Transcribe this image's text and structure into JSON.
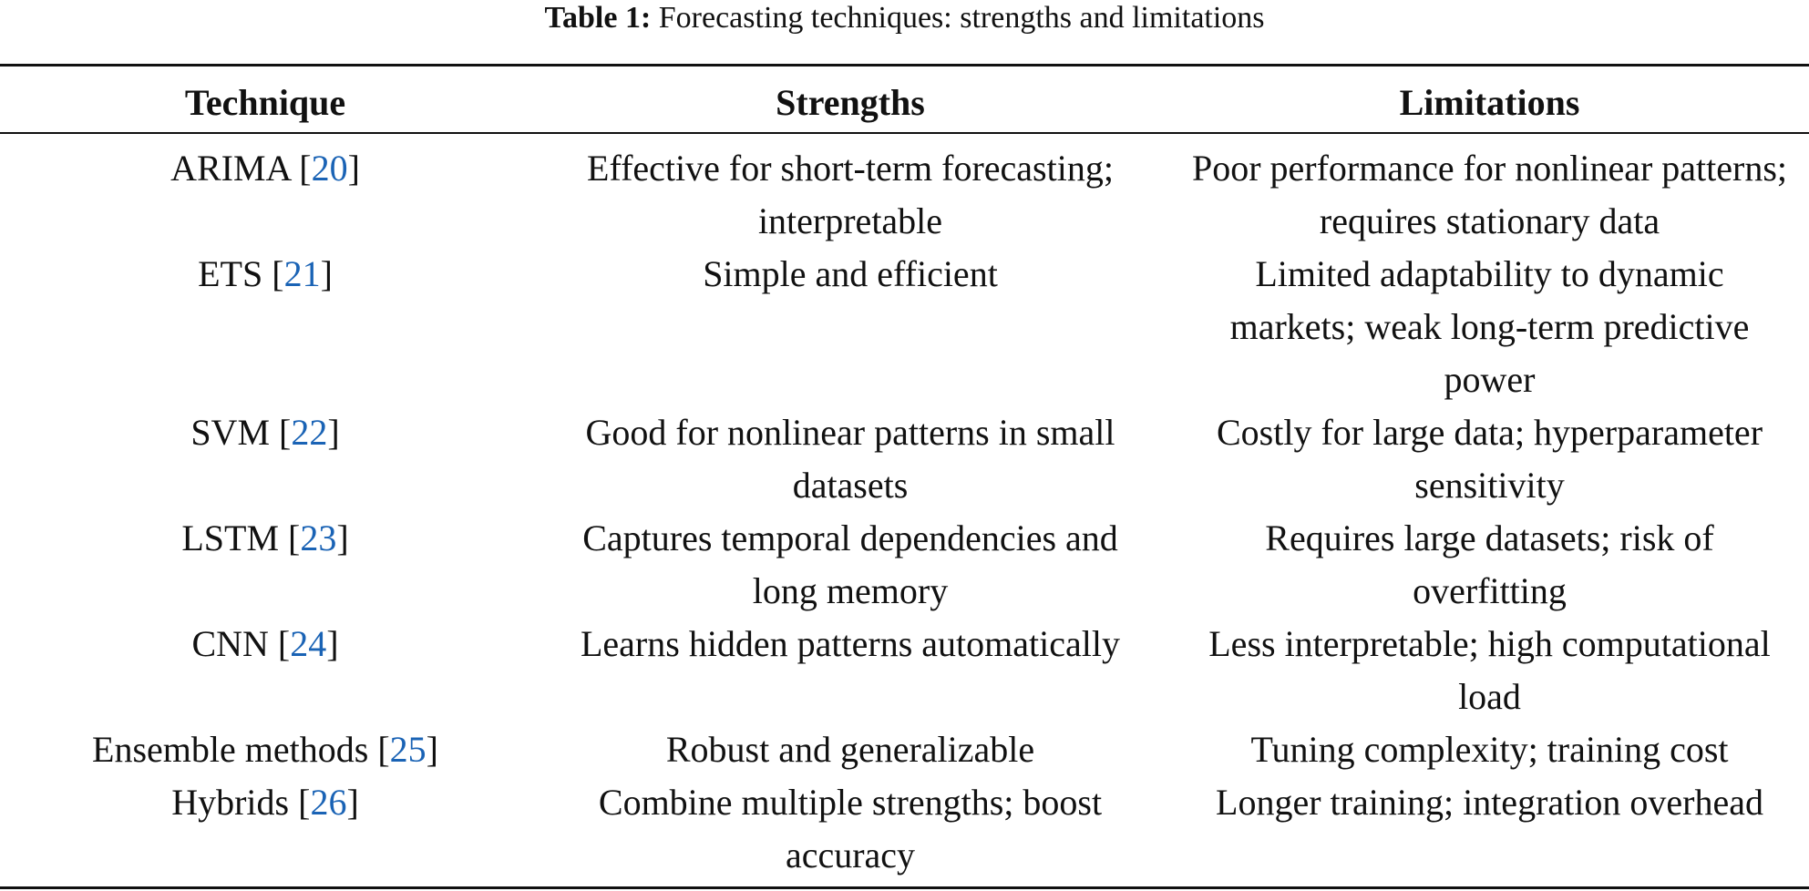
{
  "caption": {
    "label": "Table 1:",
    "text": " Forecasting techniques: strengths and limitations"
  },
  "table": {
    "headers": [
      "Technique",
      "Strengths",
      "Limitations"
    ],
    "rows": [
      {
        "technique": "ARIMA",
        "ref": "20",
        "strengths": "Effective for short-term forecasting; interpretable",
        "limitations": "Poor performance for nonlinear patterns; requires stationary data"
      },
      {
        "technique": "ETS",
        "ref": "21",
        "strengths": "Simple and efficient",
        "limitations": "Limited adaptability to dynamic markets; weak long-term predictive power"
      },
      {
        "technique": "SVM",
        "ref": "22",
        "strengths": "Good for nonlinear patterns in small datasets",
        "limitations": "Costly for large data; hyperparameter sensitivity"
      },
      {
        "technique": "LSTM",
        "ref": "23",
        "strengths": "Captures temporal dependencies and long memory",
        "limitations": "Requires large datasets; risk of overfitting"
      },
      {
        "technique": "CNN",
        "ref": "24",
        "strengths": "Learns hidden patterns automatically",
        "limitations": "Less interpretable; high computational load"
      },
      {
        "technique": "Ensemble methods",
        "ref": "25",
        "strengths": "Robust and generalizable",
        "limitations": "Tuning complexity; training cost"
      },
      {
        "technique": "Hybrids",
        "ref": "26",
        "strengths": "Combine multiple strengths; boost accuracy",
        "limitations": "Longer training; integration overhead"
      }
    ]
  },
  "colors": {
    "text": "#111111",
    "citation_link": "#1a63b5",
    "rules": "#111111"
  }
}
